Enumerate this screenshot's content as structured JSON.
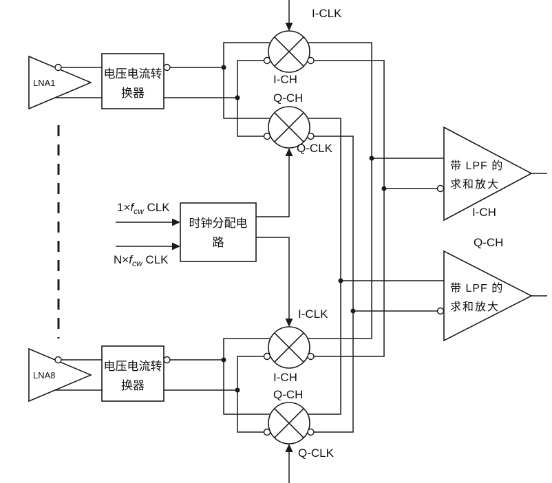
{
  "page": {
    "background": "#ffffff"
  },
  "colors": {
    "line": "#1a1a1a",
    "text": "#111111"
  },
  "blocks": {
    "lna_top": {
      "label": "LNA1"
    },
    "lna_bottom": {
      "label": "LNA8"
    },
    "converter_top": {
      "line1": "电压电流转",
      "line2": "换器"
    },
    "converter_bottom": {
      "line1": "电压电流转",
      "line2": "换器"
    },
    "clock_distributor": {
      "line1": "时钟分配电",
      "line2": "路"
    },
    "sum_amp_i": {
      "line1": "带 LPF 的",
      "line2": "求和放大",
      "channel_label": "I-CH"
    },
    "sum_amp_q": {
      "line1": "带 LPF 的",
      "line2": "求和放大",
      "channel_label": "Q-CH"
    }
  },
  "clock_inputs": {
    "in1": {
      "prefix": "1×",
      "symbol": "f",
      "subscript": "cw",
      "suffix": " CLK"
    },
    "in2": {
      "prefix": "N×",
      "symbol": "f",
      "subscript": "cw",
      "suffix": " CLK"
    }
  },
  "mixer_labels": {
    "top_i_clk": "I-CLK",
    "top_i_ch": "I-CH",
    "top_q_ch": "Q-CH",
    "top_q_clk": "Q-CLK",
    "bottom_i_clk": "I-CLK",
    "bottom_i_ch": "I-CH",
    "bottom_q_ch": "Q-CH",
    "bottom_q_clk": "Q-CLK"
  }
}
